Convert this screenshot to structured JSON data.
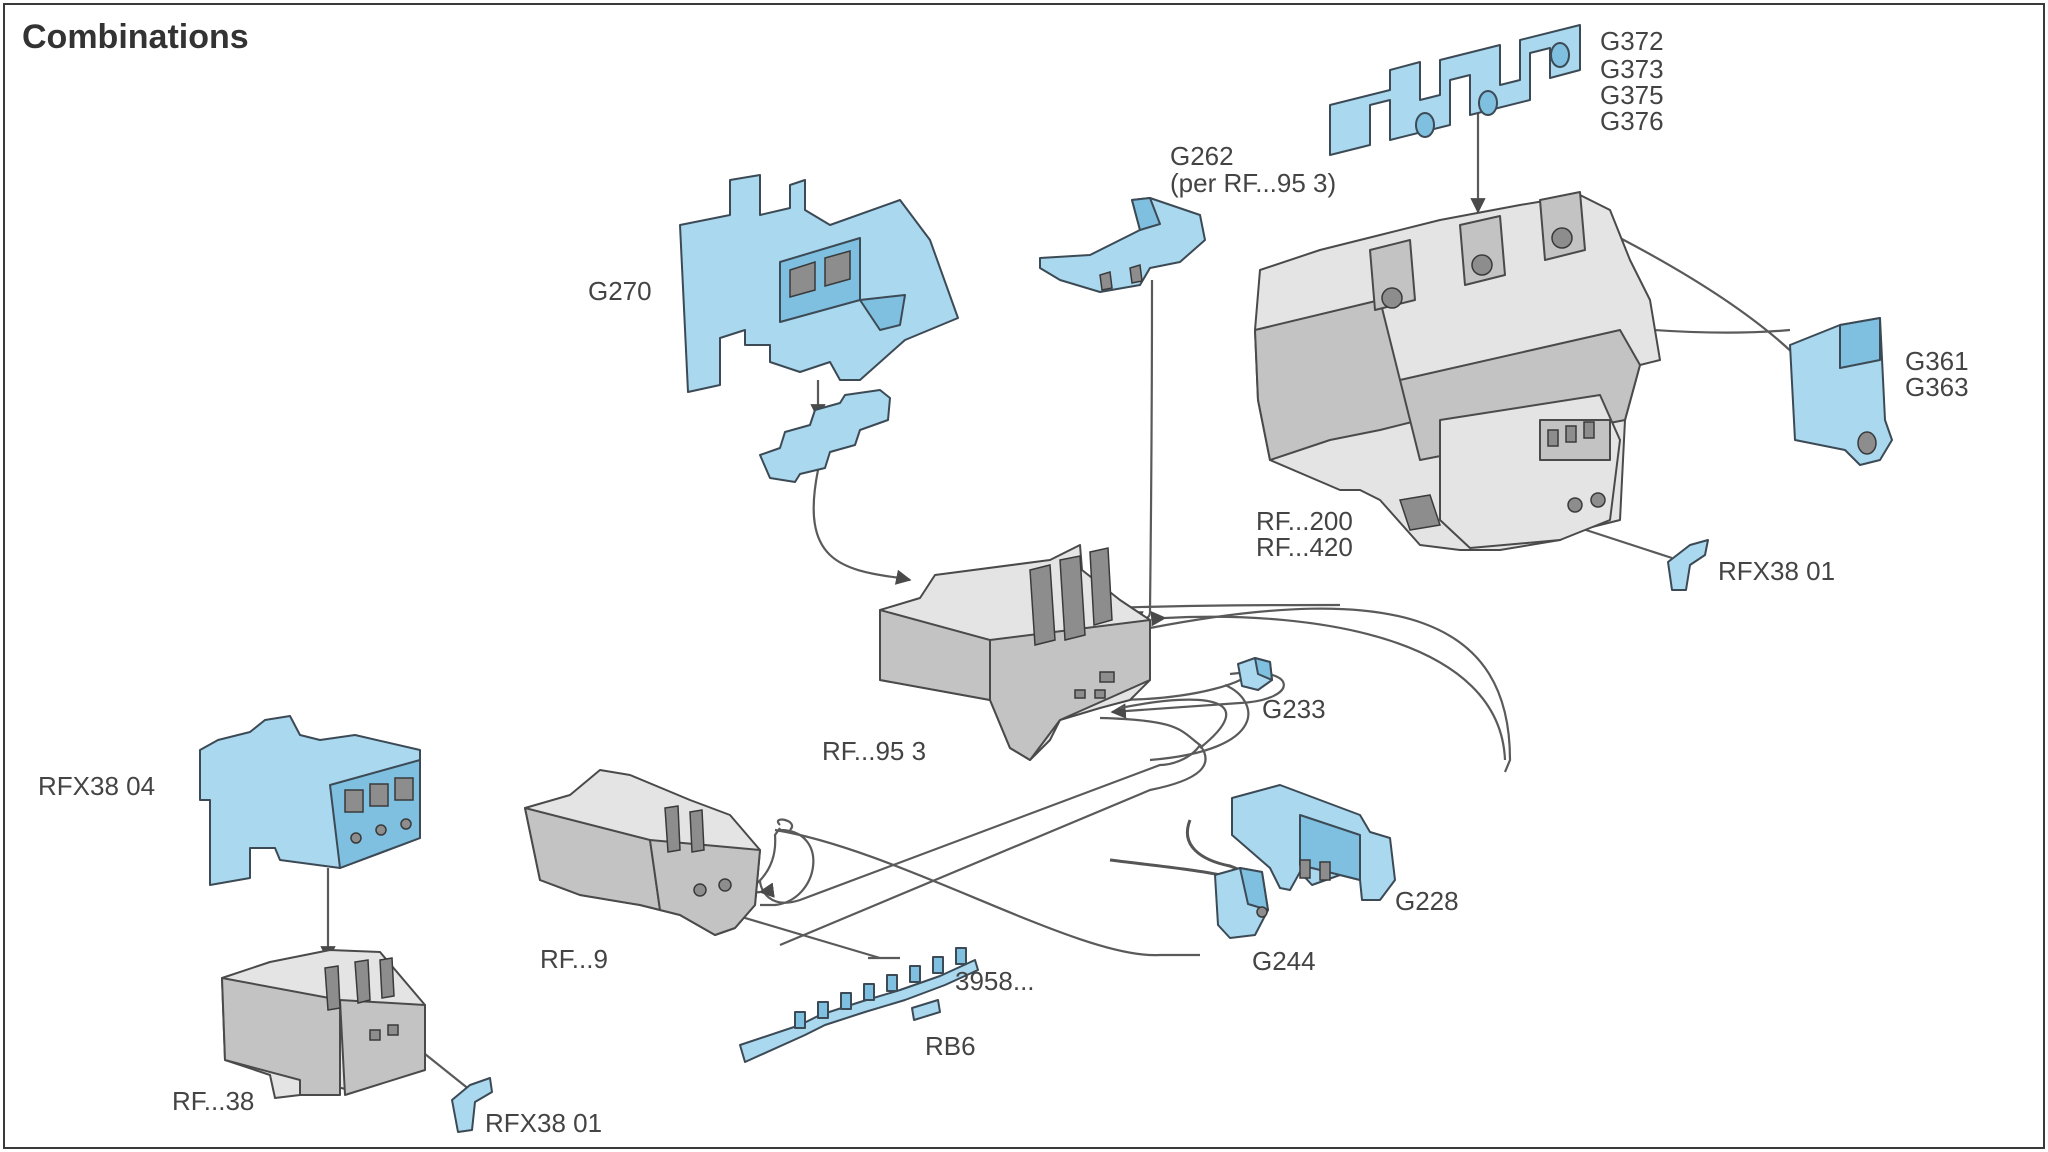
{
  "title": "Combinations",
  "labels": {
    "g372": "G372",
    "g373": "G373",
    "g375": "G375",
    "g376": "G376",
    "g262": "G262",
    "g262_note": "(per RF...95 3)",
    "g270": "G270",
    "g361": "G361",
    "g363": "G363",
    "rf200": "RF...200",
    "rf420": "RF...420",
    "rfx3801_top": "RFX38 01",
    "rf953": "RF...95 3",
    "g233": "G233",
    "rfx3804": "RFX38 04",
    "rf9": "RF...9",
    "g228": "G228",
    "g244": "G244",
    "p3958": "3958...",
    "rb6": "RB6",
    "rf38": "RF...38",
    "rfx3801_bottom": "RFX38 01"
  },
  "colors": {
    "accessory_blue": "#a9d8ef",
    "relay_grey": "#e4e4e4",
    "frame": "#3a3a3a"
  }
}
